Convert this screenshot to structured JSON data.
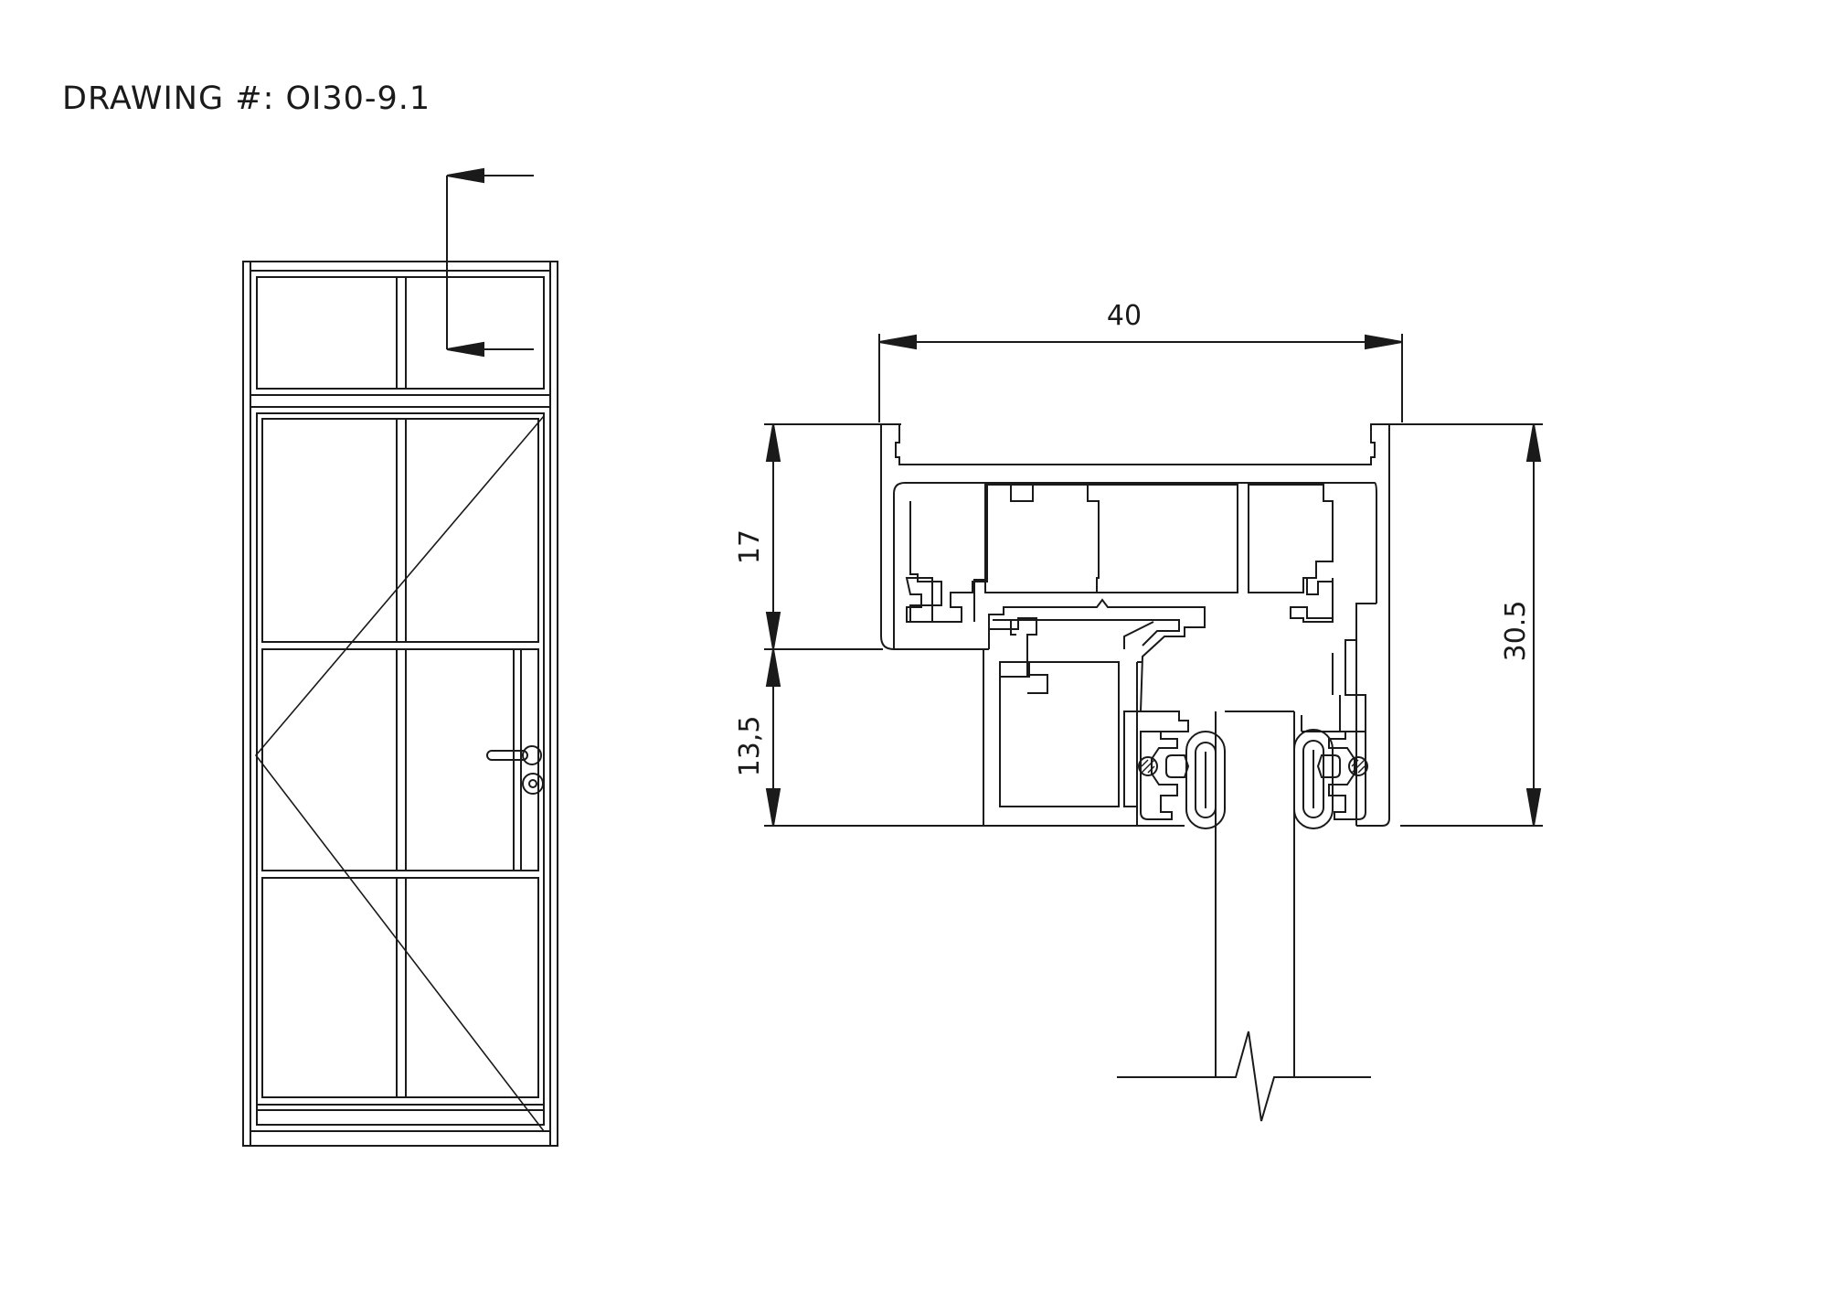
{
  "title": "DRAWING #: OI30-9.1",
  "dimensions": {
    "top_width": "40",
    "left_upper": "17",
    "left_lower": "13,5",
    "right_total": "30.5"
  },
  "colors": {
    "line": "#1a1a1a",
    "background": "#ffffff"
  }
}
